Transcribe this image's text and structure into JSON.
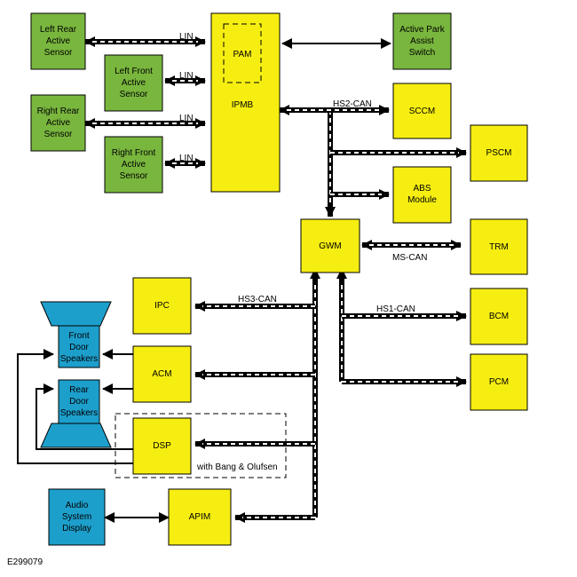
{
  "figure_code": "E299079",
  "modules": {
    "lr_sensor": [
      "Left Rear",
      "Active",
      "Sensor"
    ],
    "lf_sensor": [
      "Left Front",
      "Active",
      "Sensor"
    ],
    "rr_sensor": [
      "Right Rear",
      "Active",
      "Sensor"
    ],
    "rf_sensor": [
      "Right Front",
      "Active",
      "Sensor"
    ],
    "ipmb": [
      "IPMB"
    ],
    "pam": [
      "PAM"
    ],
    "park_switch": [
      "Active Park",
      "Assist",
      "Switch"
    ],
    "sccm": [
      "SCCM"
    ],
    "pscm": [
      "PSCM"
    ],
    "abs": [
      "ABS",
      "Module"
    ],
    "gwm": [
      "GWM"
    ],
    "trm": [
      "TRM"
    ],
    "bcm": [
      "BCM"
    ],
    "pcm": [
      "PCM"
    ],
    "ipc": [
      "IPC"
    ],
    "acm": [
      "ACM"
    ],
    "dsp": [
      "DSP"
    ],
    "apim": [
      "APIM"
    ],
    "audio_display": [
      "Audio",
      "System",
      "Display"
    ],
    "front_speakers": [
      "Front",
      "Door",
      "Speakers"
    ],
    "rear_speakers": [
      "Rear",
      "Door",
      "Speakers"
    ]
  },
  "buses": {
    "lin": "LIN",
    "hs2": "HS2-CAN",
    "ms": "MS-CAN",
    "hs1": "HS1-CAN",
    "hs3": "HS3-CAN"
  },
  "option_label": "with Bang & Olufsen"
}
